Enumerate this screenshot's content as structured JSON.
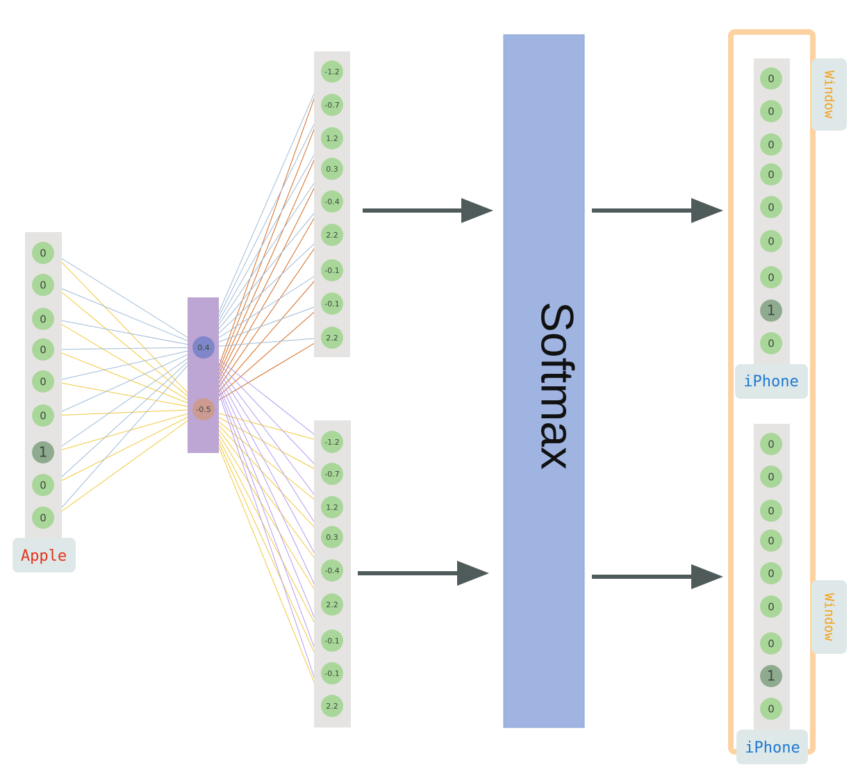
{
  "input": {
    "word": "Apple",
    "values": [
      "0",
      "0",
      "0",
      "0",
      "0",
      "0",
      "1",
      "0",
      "0"
    ],
    "active_index": 6
  },
  "hidden": {
    "values": [
      "0.4",
      "-0.5"
    ]
  },
  "outputs": [
    {
      "values": [
        "-1.2",
        "-0.7",
        "1.2",
        "0.3",
        "-0.4",
        "2.2",
        "-0.1",
        "-0.1",
        "2.2"
      ]
    },
    {
      "values": [
        "-1.2",
        "-0.7",
        "1.2",
        "0.3",
        "-0.4",
        "2.2",
        "-0.1",
        "-0.1",
        "2.2"
      ]
    }
  ],
  "softmax": {
    "label": "Softmax"
  },
  "targets": [
    {
      "word": "iPhone",
      "values": [
        "0",
        "0",
        "0",
        "0",
        "0",
        "0",
        "0",
        "1",
        "0"
      ],
      "active_index": 7
    },
    {
      "word": "iPhone",
      "values": [
        "0",
        "0",
        "0",
        "0",
        "0",
        "0",
        "0",
        "1",
        "0"
      ],
      "active_index": 7
    }
  ],
  "window": {
    "labels": [
      "Window",
      "Window"
    ]
  },
  "colors": {
    "node": "#a9d79a",
    "node_active": "#8fab8f",
    "column_bg": "#e6e4e2",
    "hidden_bar": "#bda6d3",
    "hidden_node_top": "#7f86c9",
    "hidden_node_bottom": "#cc9a91",
    "softmax_bar": "#9fb4e0",
    "arrow": "#4f5b5a",
    "window_box": "#fdd2a0",
    "label_bg": "#dfe8e8",
    "apple_text": "#e2341d",
    "iphone_text": "#1f78d1",
    "window_text": "#f5a11a",
    "conn_blue": "#9fbad6",
    "conn_yellow": "#f1c83a",
    "conn_orange": "#d46a1f",
    "conn_purple": "#b39af0"
  }
}
